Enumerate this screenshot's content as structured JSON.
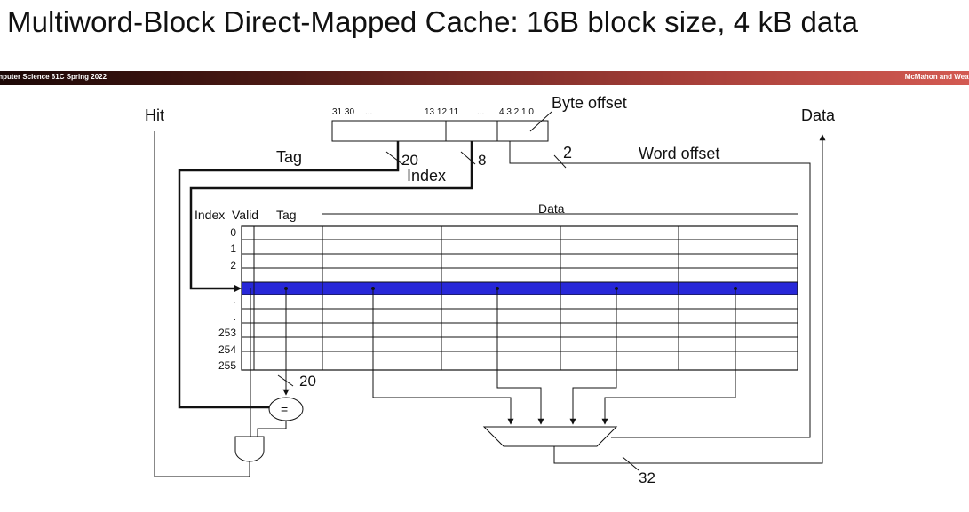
{
  "slide": {
    "title": "Multiword-Block Direct-Mapped Cache: 16B block size, 4 kB data",
    "footer_left": "mputer Science 61C Spring 2022",
    "footer_right": "McMahon and Weav"
  },
  "diagram": {
    "hit_label": "Hit",
    "data_label": "Data",
    "address": {
      "bits_high": "31 30",
      "dots_left": "...",
      "bits_mid": "13 12  11",
      "dots_mid": "...",
      "bits_low": "4  3  2  1  0",
      "byte_offset_label": "Byte offset",
      "word_offset_label": "Word offset",
      "word_offset_width": "2"
    },
    "tag_label": "Tag",
    "tag_width": "20",
    "index_label": "Index",
    "index_width": "8",
    "table": {
      "col_index": "Index",
      "col_valid": "Valid",
      "col_tag": "Tag",
      "col_data": "Data",
      "rows": [
        "0",
        "1",
        "2",
        ".",
        ".",
        ".",
        "253",
        "254",
        "255"
      ]
    },
    "compare_tag_width": "20",
    "comparator_symbol": "=",
    "output_width": "32",
    "colors": {
      "selected_row": "#2727d8",
      "wire": "#111111"
    }
  }
}
